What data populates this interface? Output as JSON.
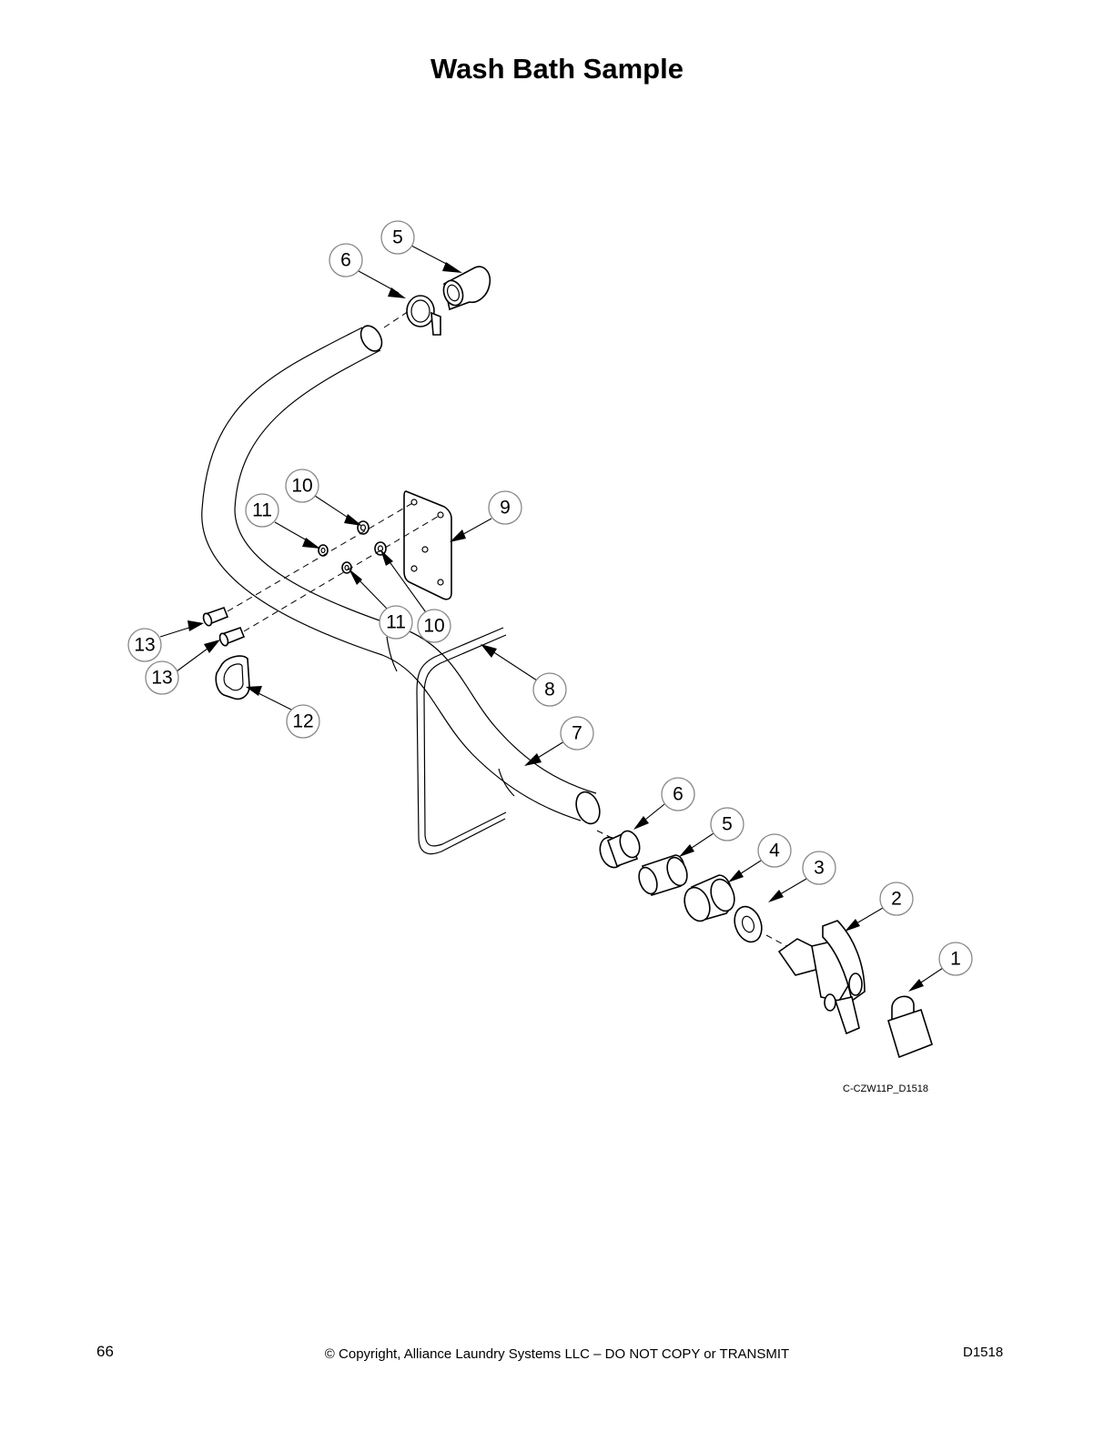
{
  "header": {
    "title": "Wash Bath Sample"
  },
  "drawing": {
    "id": "C-CZW11P_D1518",
    "callouts": [
      {
        "label": "5"
      },
      {
        "label": "6"
      },
      {
        "label": "10"
      },
      {
        "label": "9"
      },
      {
        "label": "11"
      },
      {
        "label": "11"
      },
      {
        "label": "10"
      },
      {
        "label": "13"
      },
      {
        "label": "13"
      },
      {
        "label": "12"
      },
      {
        "label": "8"
      },
      {
        "label": "7"
      },
      {
        "label": "6"
      },
      {
        "label": "5"
      },
      {
        "label": "4"
      },
      {
        "label": "3"
      },
      {
        "label": "2"
      },
      {
        "label": "1"
      }
    ]
  },
  "footer": {
    "page_number": "66",
    "copyright": "© Copyright, Alliance Laundry Systems LLC – DO NOT COPY or TRANSMIT",
    "doc_number": "D1518"
  }
}
